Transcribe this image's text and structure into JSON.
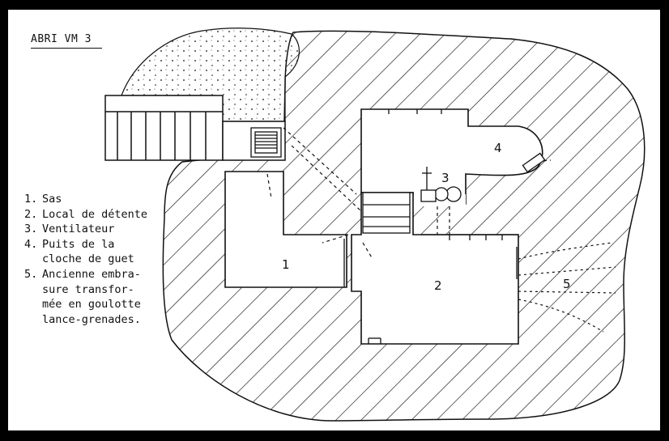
{
  "title": "ABRI VM 3",
  "legend": [
    {
      "num": "1.",
      "lines": [
        "Sas"
      ]
    },
    {
      "num": "2.",
      "lines": [
        "Local de détente"
      ]
    },
    {
      "num": "3.",
      "lines": [
        "Ventilateur"
      ]
    },
    {
      "num": "4.",
      "lines": [
        "Puits de la",
        "cloche de guet"
      ]
    },
    {
      "num": "5.",
      "lines": [
        "Ancienne embra-",
        "sure transfor-",
        "mée en goulotte",
        "lance-grenades."
      ]
    }
  ],
  "room_labels": {
    "r1": "1",
    "r2": "2",
    "r3": "3",
    "r4": "4",
    "r5": "5"
  },
  "colors": {
    "frame": "#000000",
    "paper": "#ffffff",
    "ink": "#111111"
  }
}
